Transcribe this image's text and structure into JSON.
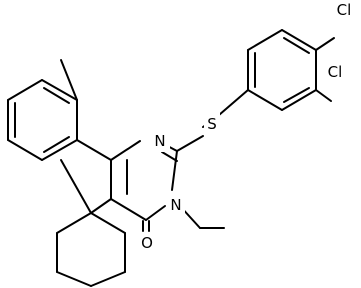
{
  "molecule": {
    "atoms": {
      "cl_top": "Cl",
      "cl_side": "Cl",
      "sulfur": "S",
      "nitrogen_ring": "N",
      "nitrogen_ethyl": "N",
      "oxygen": "O"
    }
  }
}
